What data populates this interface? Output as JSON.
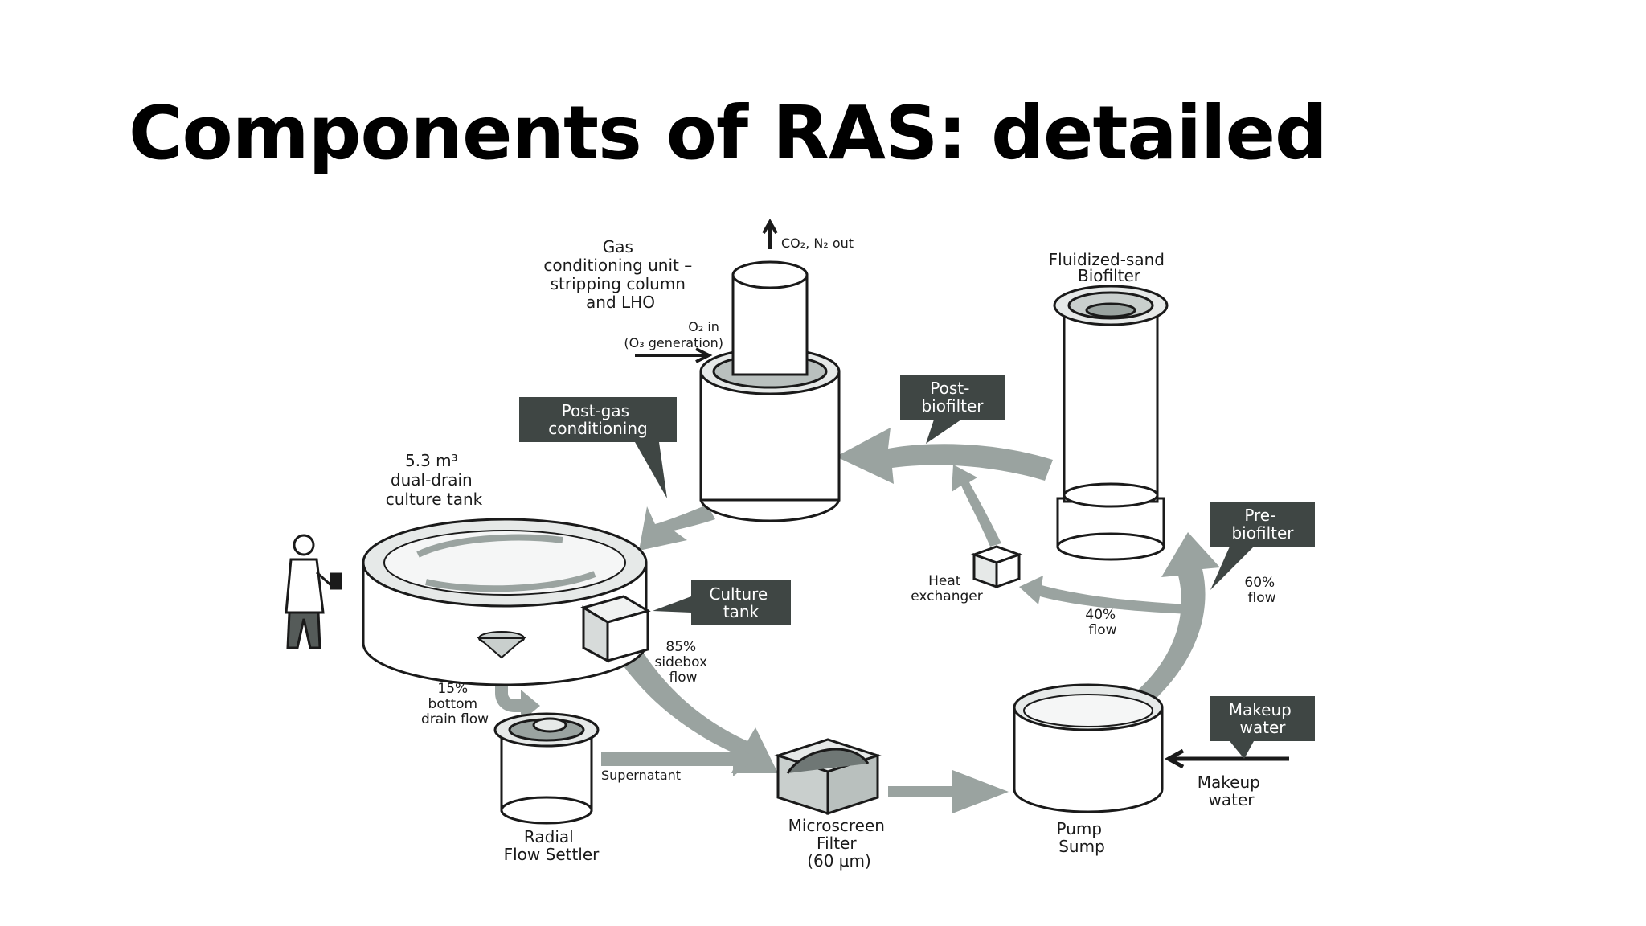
{
  "slide": {
    "title": "Components of RAS: detailed"
  },
  "diagram": {
    "labels": {
      "gas_unit": [
        "Gas",
        "conditioning unit –",
        "stripping column",
        "and LHO"
      ],
      "gas_out": "CO₂, N₂ out",
      "o2_in": [
        "O₂ in",
        "(O₃ generation)"
      ],
      "fluidized_sand": [
        "Fluidized-sand",
        "Biofilter"
      ],
      "culture_tank_main": [
        "5.3 m³",
        "dual-drain",
        "culture tank"
      ],
      "heat_exchanger": [
        "Heat",
        "exchanger"
      ],
      "flow_60": [
        "60%",
        "flow"
      ],
      "flow_40": [
        "40%",
        "flow"
      ],
      "sidebox_85": [
        "85%",
        "sidebox",
        "flow"
      ],
      "bottom_15": [
        "15%",
        "bottom",
        "drain flow"
      ],
      "supernatant": "Supernatant",
      "radial_settler": [
        "Radial",
        "Flow Settler"
      ],
      "microscreen": [
        "Microscreen",
        "Filter",
        "(60 µm)"
      ],
      "pump_sump": [
        "Pump",
        "Sump"
      ],
      "makeup_water": [
        "Makeup",
        "water"
      ]
    },
    "callouts": {
      "post_gas": [
        "Post-gas",
        "conditioning"
      ],
      "post_biofilter": [
        "Post-",
        "biofilter"
      ],
      "pre_biofilter": [
        "Pre-",
        "biofilter"
      ],
      "culture_tank": [
        "Culture",
        "tank"
      ],
      "makeup_water": [
        "Makeup",
        "water"
      ]
    },
    "colors": {
      "flow_arrow": "#9aa3a0",
      "callout_bg": "#3f4644",
      "outline": "#1a1a1a"
    }
  }
}
